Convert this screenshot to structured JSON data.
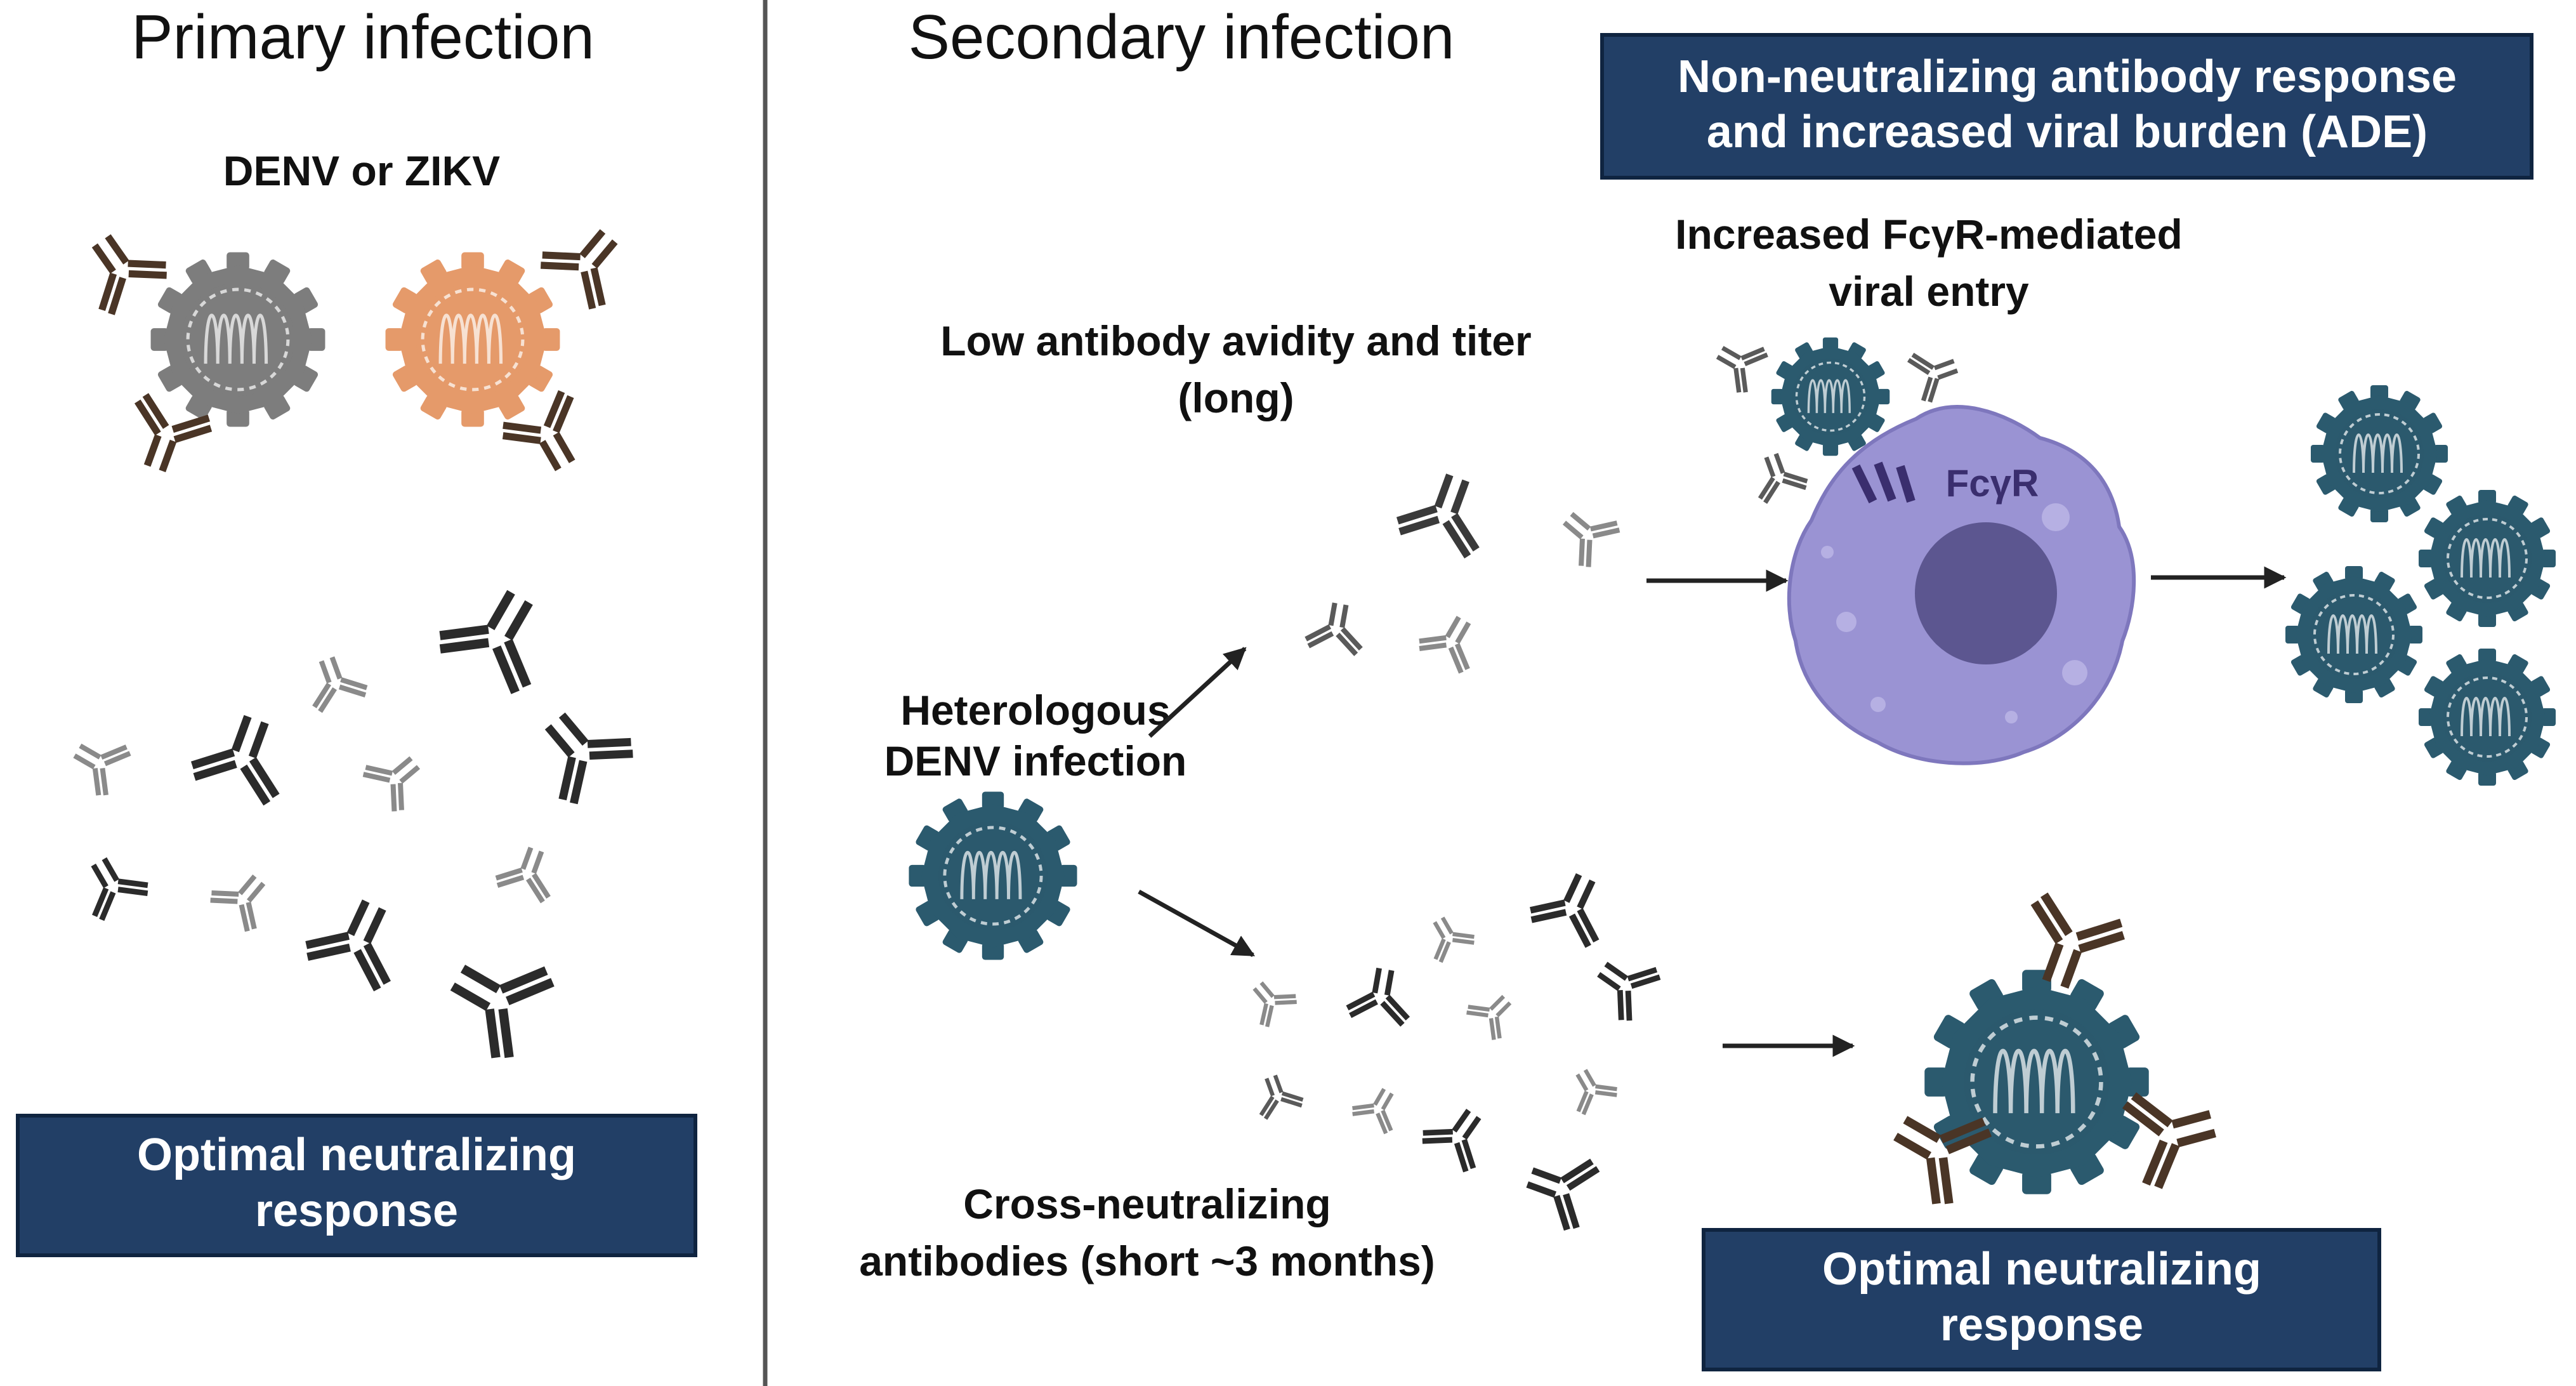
{
  "headings": {
    "primary": "Primary infection",
    "secondary": "Secondary infection"
  },
  "labels": {
    "denv_or_zikv": "DENV or  ZIKV",
    "low_avidity_1": "Low antibody avidity and titer",
    "low_avidity_2": "(long)",
    "increased_entry_1": "Increased FcγR-mediated",
    "increased_entry_2": "viral entry",
    "heterologous_1": "Heterologous",
    "heterologous_2": "DENV infection",
    "cross_neutral_1": "Cross-neutralizing",
    "cross_neutral_2": "antibodies (short ~3 months)",
    "fcgr": "FcγR"
  },
  "boxes": {
    "ade_line1": "Non-neutralizing antibody response",
    "ade_line2": "and increased viral burden (ADE)",
    "left_optimal_line1": "Optimal neutralizing",
    "left_optimal_line2": "response",
    "right_optimal_line1": "Optimal neutralizing",
    "right_optimal_line2": "response"
  },
  "colors": {
    "box_fill": "#223f66",
    "box_border": "#0f2440",
    "virus_gray": "#7d7d7d",
    "virus_orange": "#e59a6a",
    "virus_teal": "#2b5a6e",
    "antibody_brown": "#4a3526",
    "antibody_dark": "#2b2b2b",
    "antibody_gray": "#8a8a8a",
    "macrophage": "#9a93d3",
    "divider": "#555555"
  },
  "icons": [
    "virus-icon",
    "antibody-icon",
    "macrophage-icon",
    "arrow-icon",
    "receptor-icon"
  ]
}
